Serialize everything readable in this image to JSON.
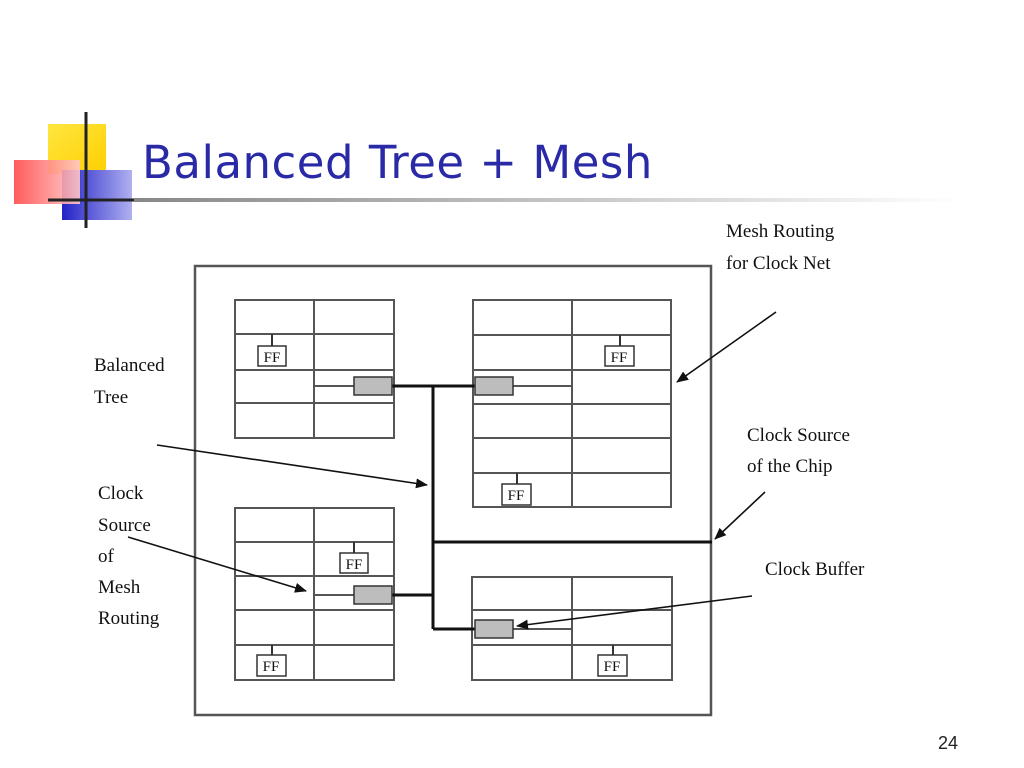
{
  "slide": {
    "title": "Balanced Tree + Mesh",
    "page_number": "24"
  },
  "diagram": {
    "labels": {
      "mesh_routing": [
        "Mesh Routing",
        "for Clock Net"
      ],
      "balanced_tree": [
        "Balanced",
        "Tree"
      ],
      "clock_source_chip": [
        "Clock Source",
        "of the Chip"
      ],
      "clock_source_mesh": [
        "Clock",
        "Source",
        "of",
        "Mesh",
        "Routing"
      ],
      "clock_buffer": [
        "Clock Buffer"
      ]
    },
    "ff_label": "FF"
  },
  "colors": {
    "title": "#2a2aa6",
    "buffer_fill": "#bdbdbd",
    "deco_yellow": "#ffd700",
    "deco_red": "#ff5a5a",
    "deco_blue": "#3a3ad0"
  }
}
